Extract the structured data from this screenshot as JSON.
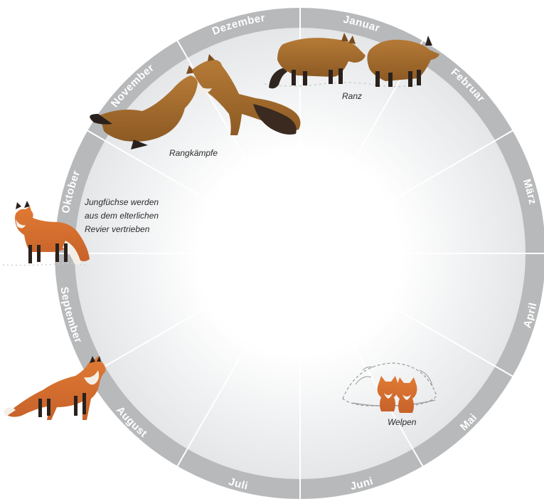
{
  "months": [
    "Januar",
    "Februar",
    "März",
    "April",
    "Mai",
    "Juni",
    "Juli",
    "August",
    "September",
    "Oktober",
    "November",
    "Dezember"
  ],
  "captions": {
    "ranz": "Ranz",
    "rangkaempfe": "Rangkämpfe",
    "jungfuechse": [
      "Jungfüchse werden",
      "aus dem elterlichen",
      "Revier vertrieben"
    ],
    "welpen": "Welpen"
  },
  "colors": {
    "ring": "#b7b9bb",
    "divider": "#ffffff",
    "disc_center": "#ffffff",
    "disc_edge": "#e6e8ea",
    "fox_orange": "#d9722e",
    "fox_brown": "#a86a2c",
    "fox_dark": "#2a211c"
  },
  "icons": {
    "fox_pair_mating": "fox-pair-ranz-icon",
    "fox_pair_fighting": "fox-pair-fighting-icon",
    "fox_young": "young-fox-icon",
    "fox_adult": "adult-fox-icon",
    "fox_cubs": "fox-cubs-den-icon"
  }
}
